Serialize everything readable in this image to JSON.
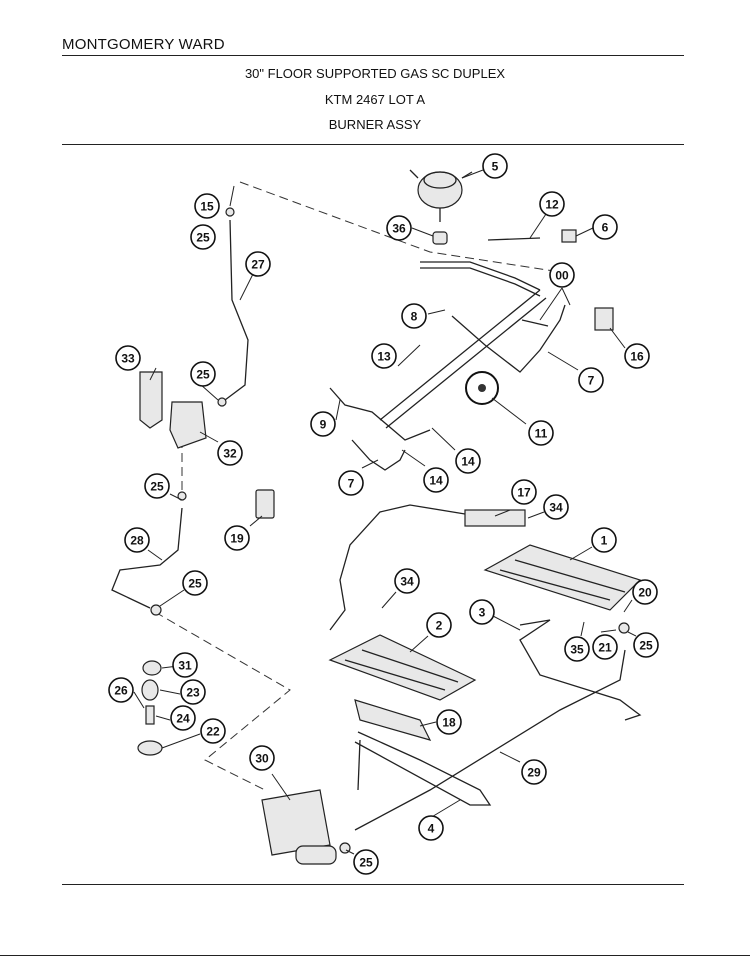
{
  "header": {
    "brand": "MONTGOMERY WARD",
    "title_lines": [
      "30\" FLOOR SUPPORTED GAS SC DUPLEX",
      "KTM 2467 LOT A",
      "BURNER ASSY"
    ]
  },
  "callouts": [
    {
      "label": "5"
    },
    {
      "label": "15"
    },
    {
      "label": "25"
    },
    {
      "label": "36"
    },
    {
      "label": "12"
    },
    {
      "label": "6"
    },
    {
      "label": "27"
    },
    {
      "label": "00"
    },
    {
      "label": "8"
    },
    {
      "label": "16"
    },
    {
      "label": "33"
    },
    {
      "label": "13"
    },
    {
      "label": "25"
    },
    {
      "label": "7"
    },
    {
      "label": "9"
    },
    {
      "label": "11"
    },
    {
      "label": "32"
    },
    {
      "label": "14"
    },
    {
      "label": "7"
    },
    {
      "label": "14"
    },
    {
      "label": "25"
    },
    {
      "label": "17"
    },
    {
      "label": "34"
    },
    {
      "label": "1"
    },
    {
      "label": "19"
    },
    {
      "label": "28"
    },
    {
      "label": "25"
    },
    {
      "label": "34"
    },
    {
      "label": "20"
    },
    {
      "label": "3"
    },
    {
      "label": "2"
    },
    {
      "label": "35"
    },
    {
      "label": "21"
    },
    {
      "label": "25"
    },
    {
      "label": "31"
    },
    {
      "label": "26"
    },
    {
      "label": "23"
    },
    {
      "label": "24"
    },
    {
      "label": "18"
    },
    {
      "label": "22"
    },
    {
      "label": "30"
    },
    {
      "label": "29"
    },
    {
      "label": "4"
    },
    {
      "label": "25"
    }
  ]
}
